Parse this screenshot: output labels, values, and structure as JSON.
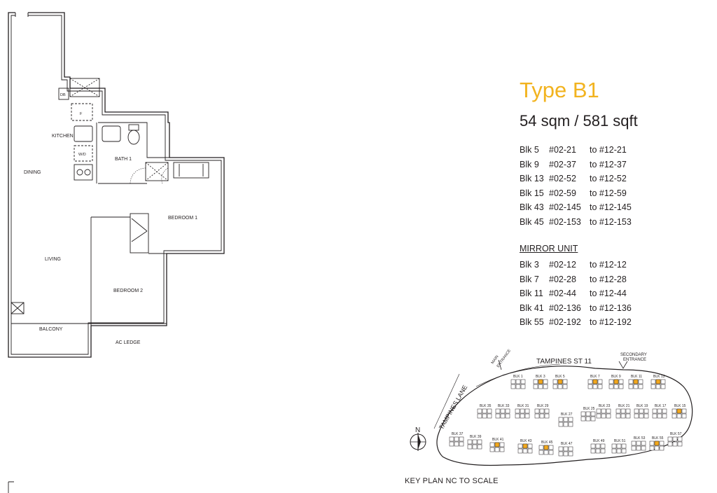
{
  "unit": {
    "type_title": "Type B1",
    "area": "54 sqm / 581 sqft"
  },
  "floor_plan": {
    "rooms": {
      "db": "DB",
      "f": "F",
      "kitchen": "KITCHEN",
      "wd": "W/D",
      "dining": "DINING",
      "bath1": "BATH 1",
      "bedroom1": "BEDROOM 1",
      "living": "LIVING",
      "bedroom2": "BEDROOM 2",
      "balcony": "BALCONY",
      "ac_ledge": "AC LEDGE"
    }
  },
  "units": [
    {
      "block": "Blk 5",
      "from": "#02-21",
      "to": "to #12-21"
    },
    {
      "block": "Blk 9",
      "from": "#02-37",
      "to": "to #12-37"
    },
    {
      "block": "Blk 13",
      "from": "#02-52",
      "to": "to #12-52"
    },
    {
      "block": "Blk 15",
      "from": "#02-59",
      "to": "to #12-59"
    },
    {
      "block": "Blk 43",
      "from": "#02-145",
      "to": "to #12-145"
    },
    {
      "block": "Blk 45",
      "from": "#02-153",
      "to": "to #12-153"
    }
  ],
  "mirror": {
    "title": "MIRROR UNIT",
    "units": [
      {
        "block": "Blk 3",
        "from": "#02-12",
        "to": "to #12-12"
      },
      {
        "block": "Blk 7",
        "from": "#02-28",
        "to": "to #12-28"
      },
      {
        "block": "Blk 11",
        "from": "#02-44",
        "to": "to #12-44"
      },
      {
        "block": "Blk 41",
        "from": "#02-136",
        "to": "to #12-136"
      },
      {
        "block": "Blk 55",
        "from": "#02-192",
        "to": "to #12-192"
      }
    ]
  },
  "key_plan": {
    "caption": "KEY PLAN NC   TO SCALE",
    "road_north": "TAMPINES ST 11",
    "road_west": "TAMPINES LANE",
    "main_entrance": [
      "MAIN",
      "ENTRANCE"
    ],
    "secondary_entrance": [
      "SECONDARY",
      "ENTRANCE"
    ],
    "north": "N",
    "highlight_color": "#f2a81d",
    "blocks": [
      {
        "label": "BLK 1",
        "highlight": false
      },
      {
        "label": "BLK 3",
        "highlight": true
      },
      {
        "label": "BLK 5",
        "highlight": true
      },
      {
        "label": "BLK 7",
        "highlight": true
      },
      {
        "label": "BLK 9",
        "highlight": true
      },
      {
        "label": "BLK 11",
        "highlight": true
      },
      {
        "label": "BLK 13",
        "highlight": true
      },
      {
        "label": "BLK 35",
        "highlight": false
      },
      {
        "label": "BLK 33",
        "highlight": false
      },
      {
        "label": "BLK 31",
        "highlight": false
      },
      {
        "label": "BLK 29",
        "highlight": false
      },
      {
        "label": "BLK 27",
        "highlight": false
      },
      {
        "label": "BLK 25",
        "highlight": false
      },
      {
        "label": "BLK 23",
        "highlight": false
      },
      {
        "label": "BLK 21",
        "highlight": false
      },
      {
        "label": "BLK 19",
        "highlight": false
      },
      {
        "label": "BLK 17",
        "highlight": false
      },
      {
        "label": "BLK 15",
        "highlight": true
      },
      {
        "label": "BLK 37",
        "highlight": false
      },
      {
        "label": "BLK 39",
        "highlight": false
      },
      {
        "label": "BLK 41",
        "highlight": true
      },
      {
        "label": "BLK 43",
        "highlight": true
      },
      {
        "label": "BLK 45",
        "highlight": true
      },
      {
        "label": "BLK 47",
        "highlight": false
      },
      {
        "label": "BLK 49",
        "highlight": false
      },
      {
        "label": "BLK 51",
        "highlight": false
      },
      {
        "label": "BLK 53",
        "highlight": false
      },
      {
        "label": "BLK 55",
        "highlight": true
      },
      {
        "label": "BLK 57",
        "highlight": false
      }
    ]
  }
}
